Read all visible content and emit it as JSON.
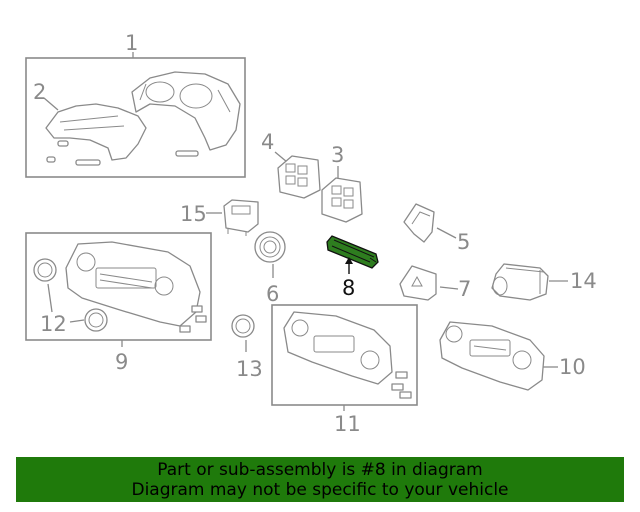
{
  "callouts": {
    "c1": "1",
    "c2": "2",
    "c3": "3",
    "c4": "4",
    "c5": "5",
    "c6": "6",
    "c7": "7",
    "c8": "8",
    "c9": "9",
    "c10": "10",
    "c11": "11",
    "c12": "12",
    "c13": "13",
    "c14": "14",
    "c15": "15"
  },
  "banner": {
    "line1": "Part or sub-assembly is #8 in diagram",
    "line2": "Diagram may not be specific to your vehicle"
  },
  "colors": {
    "highlight_part": "#2e7d1f",
    "banner_bg": "#1f7a0b",
    "banner_text": "#000000",
    "line_art": "#8a8a8a"
  }
}
